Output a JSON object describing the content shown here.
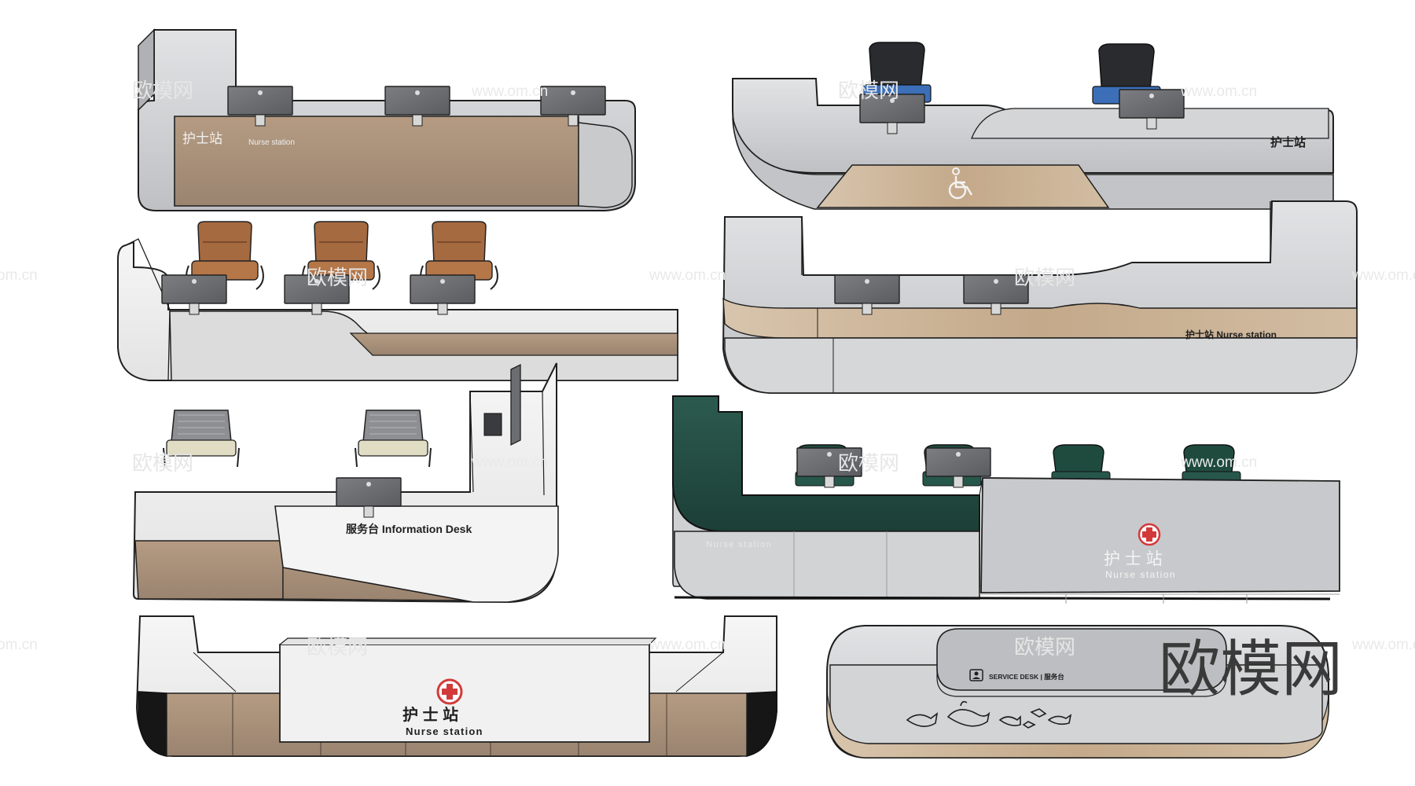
{
  "watermarks": {
    "brand_cn": "欧模网",
    "site": "www.om.cn",
    "site_short": "om.cn",
    "big": "欧模网"
  },
  "desks": {
    "d1": {
      "sign_cn": "护士站",
      "sign_en": "Nurse  station"
    },
    "d2": {
      "sign_cn": "护士站",
      "accessibility_icon": "wheelchair-icon"
    },
    "d4": {
      "sign": "护士站 Nurse station"
    },
    "d5": {
      "sign": "服务台 Information Desk"
    },
    "d6": {
      "sign_cn": "护 士 站",
      "sign_en": "Nurse station",
      "side_en": "Nurse station",
      "emblem": "red-cross-icon"
    },
    "d7": {
      "sign_cn": "护 士 站",
      "sign_en": "Nurse station",
      "emblem": "red-cross-icon"
    },
    "d8": {
      "sign": "SERVICE DESK | 服务台",
      "icon": "person-card-icon",
      "decor": "whale-fish-icons"
    }
  },
  "colors": {
    "grey": "#c9cacc",
    "grey_light": "#dcdcde",
    "wood": "#a08f7d",
    "wood_light": "#c1a78a",
    "teal": "#214a40",
    "brown_chair": "#a0643c",
    "red": "#d23a3a"
  }
}
